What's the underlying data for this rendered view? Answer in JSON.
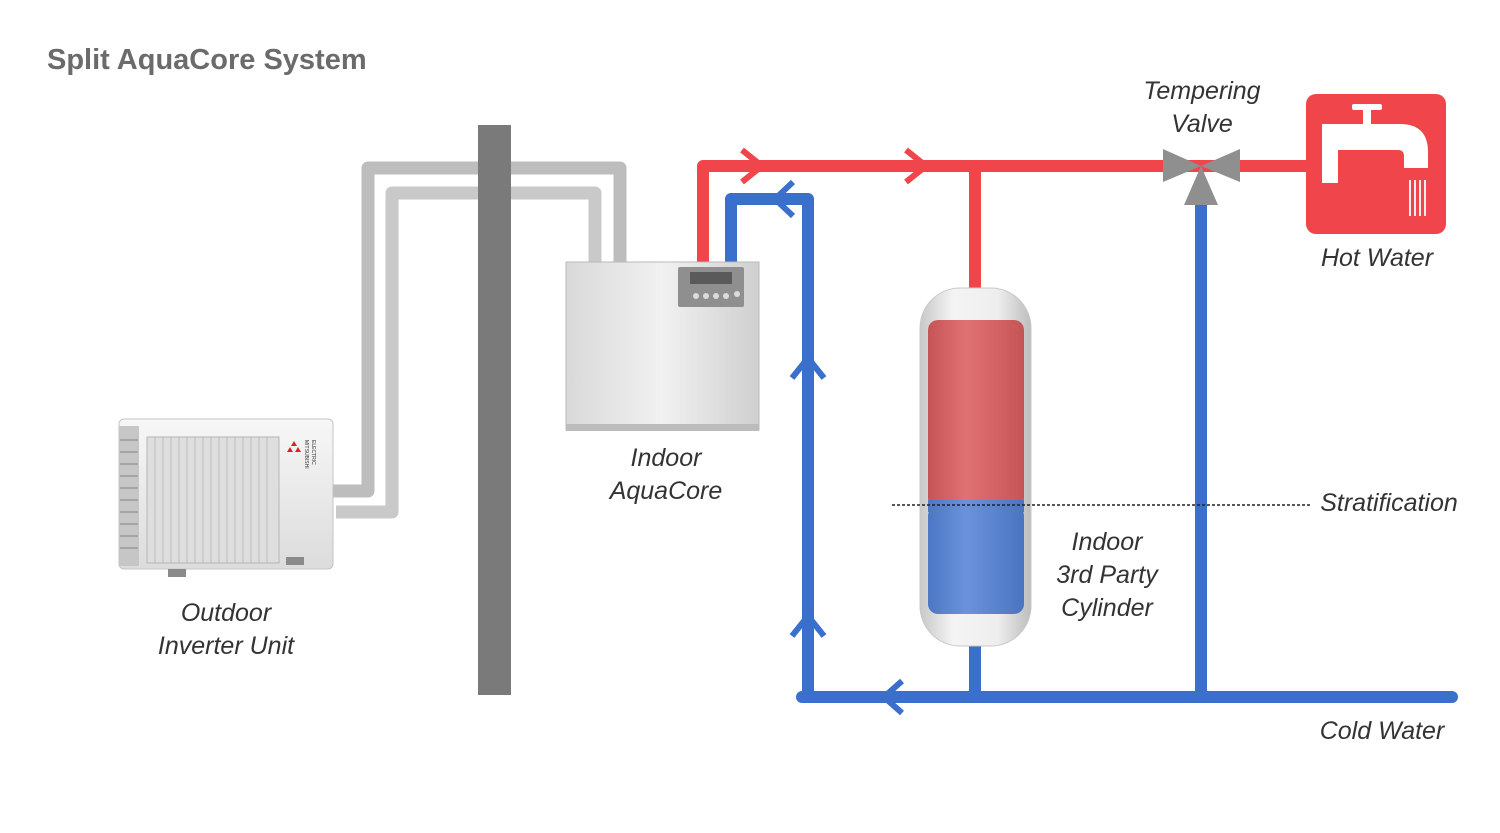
{
  "title": "Split AquaCore System",
  "labels": {
    "tempering_valve": [
      "Tempering",
      "Valve"
    ],
    "hot_water": "Hot Water",
    "indoor_aquacore": [
      "Indoor",
      "AquaCore"
    ],
    "stratification": "Stratification",
    "cylinder": [
      "Indoor",
      "3rd Party",
      "Cylinder"
    ],
    "outdoor_unit": [
      "Outdoor",
      "Inverter Unit"
    ],
    "cold_water": "Cold Water"
  },
  "brand_mark": [
    "MITSUBISHI",
    "ELECTRIC"
  ],
  "colors": {
    "hot_pipe": "#f0454a",
    "cold_pipe": "#3a6fcc",
    "refrigerant_pipe": "#bcbcbc",
    "wall": "#7a7a7a",
    "tank_hot": "#d9696b",
    "tank_cold": "#5f8ad6",
    "tap_icon_bg": "#f0454a"
  }
}
